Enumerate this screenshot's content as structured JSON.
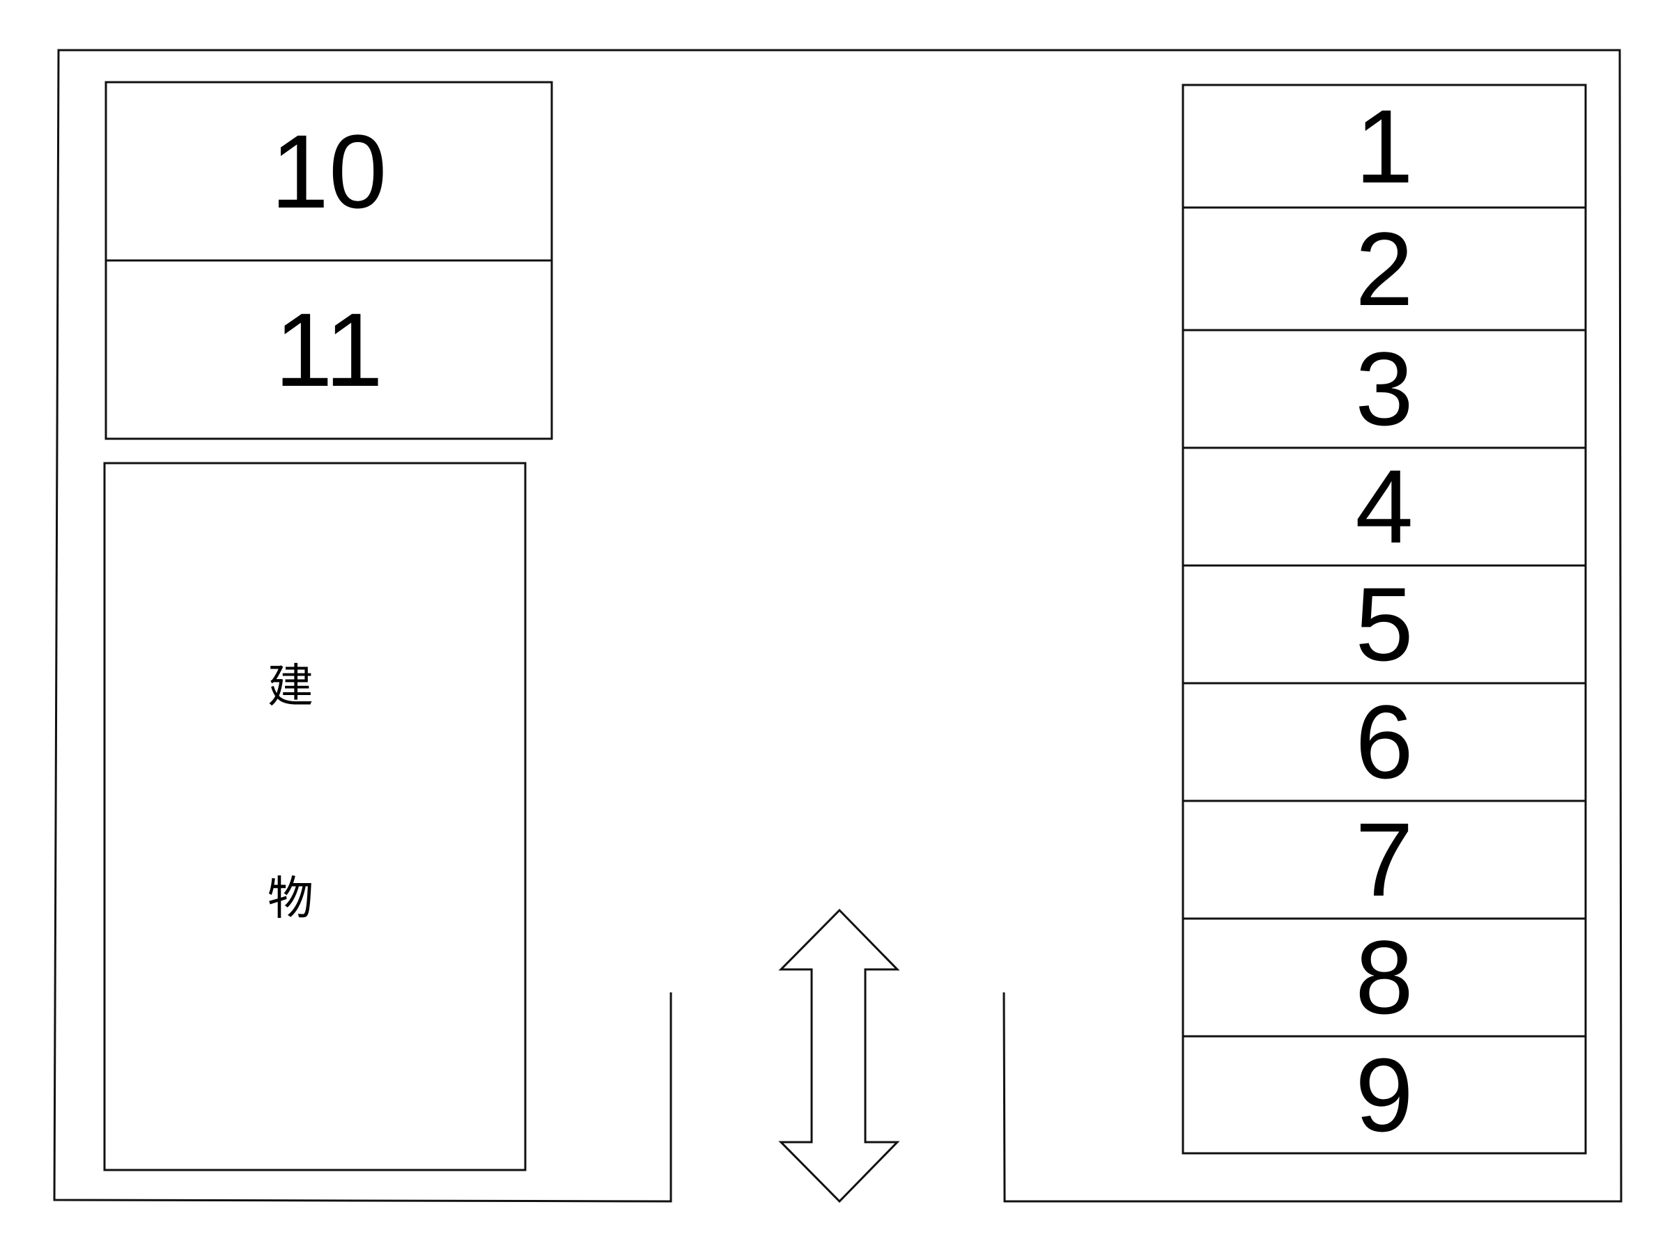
{
  "map": {
    "parking_slots": [
      {
        "id": "slot-10",
        "label": "10",
        "group": "left"
      },
      {
        "id": "slot-11",
        "label": "11",
        "group": "left"
      },
      {
        "id": "slot-1",
        "label": "1",
        "group": "right"
      },
      {
        "id": "slot-2",
        "label": "2",
        "group": "right"
      },
      {
        "id": "slot-3",
        "label": "3",
        "group": "right"
      },
      {
        "id": "slot-4",
        "label": "4",
        "group": "right"
      },
      {
        "id": "slot-5",
        "label": "5",
        "group": "right"
      },
      {
        "id": "slot-6",
        "label": "6",
        "group": "right"
      },
      {
        "id": "slot-7",
        "label": "7",
        "group": "right"
      },
      {
        "id": "slot-8",
        "label": "8",
        "group": "right"
      },
      {
        "id": "slot-9",
        "label": "9",
        "group": "right"
      }
    ],
    "building": {
      "char_1": "建",
      "char_2": "物"
    },
    "entrance_arrow_icon": "double-vertical-arrow",
    "colors": {
      "line": "#111111",
      "text": "#000000",
      "background": "#ffffff"
    }
  }
}
